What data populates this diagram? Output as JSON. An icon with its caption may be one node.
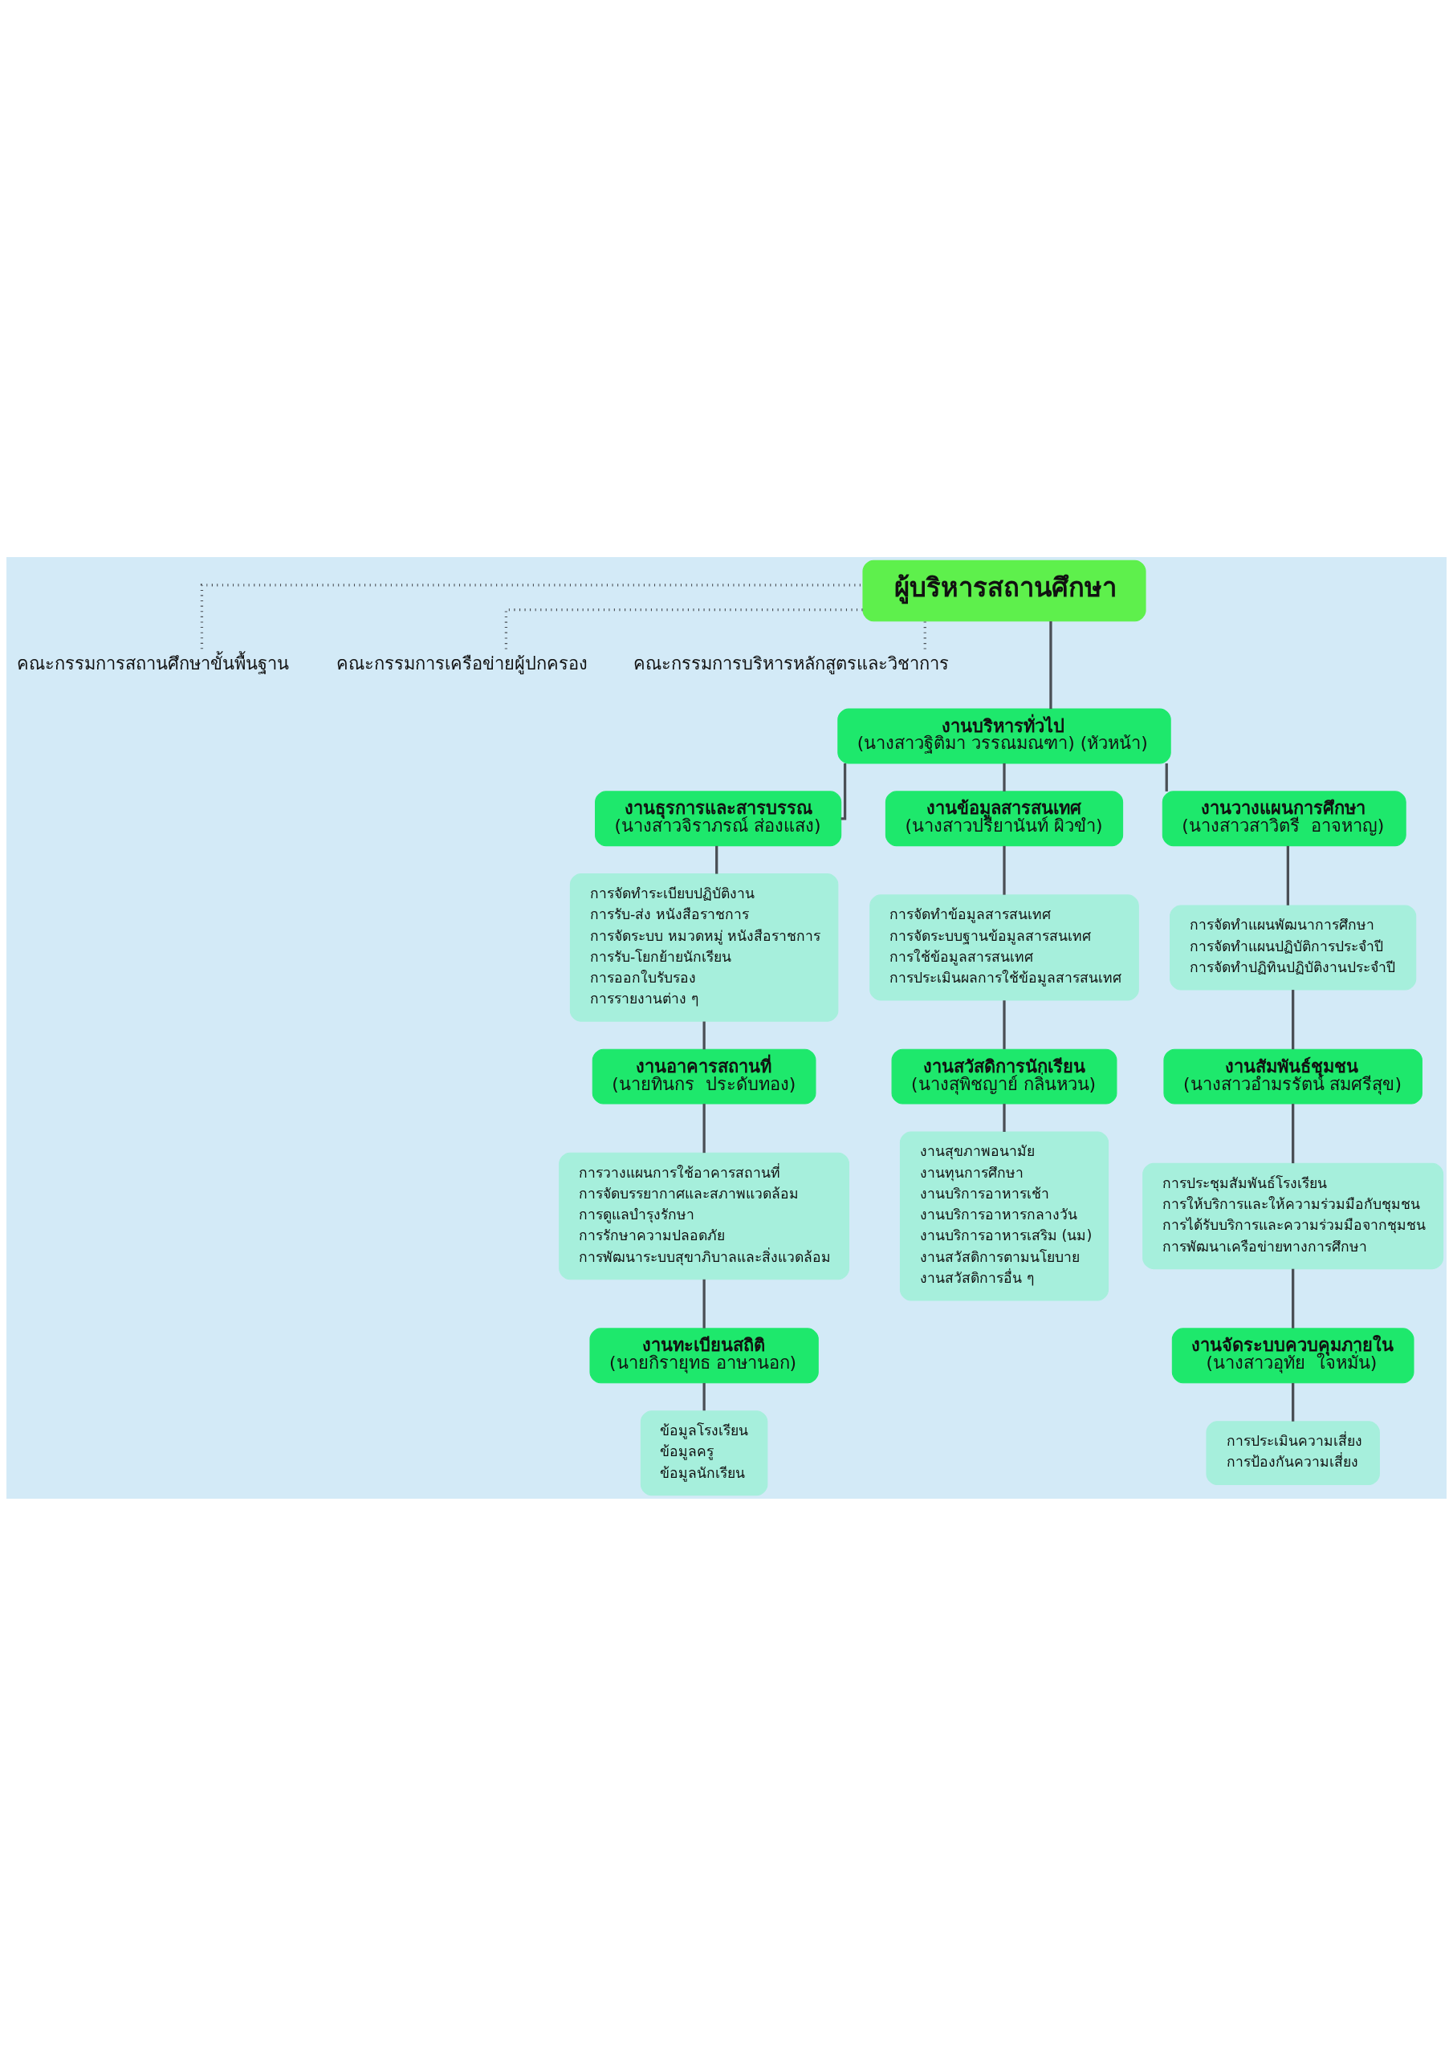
{
  "diagram": {
    "nodes": [
      {
        "text": [
          "ผู้บริหารสถานศึกษา"
        ]
      },
      {
        "text": [
          "คณะกรรมการสถานศึกษาขั้นพื้นฐาน"
        ]
      },
      {
        "text": [
          "คณะกรรมการเครือข่ายผู้ปกครอง"
        ]
      },
      {
        "text": [
          "คณะกรรมการบริหารหลักสูตรและวิชาการ"
        ]
      },
      {
        "text": [
          "งานบริหารทั่วไป",
          "(นางสาวฐิติมา วรรณมณฑา) (หัวหน้า)"
        ]
      },
      {
        "text": [
          "งานธุรการและสารบรรณ",
          "(นางสาวจิราภรณ์ ส่องแสง)"
        ]
      },
      {
        "text": [
          "การจัดทำระเบียบปฏิบัติงาน",
          "การรับ-ส่ง หนังสือราชการ",
          "การจัดระบบ หมวดหมู่ หนังสือราชการ",
          "การรับ-โยกย้ายนักเรียน",
          "การออกใบรับรอง",
          "การรายงานต่าง ๆ"
        ]
      },
      {
        "text": [
          "งานอาคารสถานที่",
          "(นายทินกร  ประดับทอง)"
        ]
      },
      {
        "text": [
          "การวางแผนการใช้อาคารสถานที่",
          "การจัดบรรยากาศและสภาพแวดล้อม",
          "การดูแลบำรุงรักษา",
          "การรักษาความปลอดภัย",
          "การพัฒนาระบบสุขาภิบาลและสิ่งแวดล้อม"
        ]
      },
      {
        "text": [
          "งานทะเบียนสถิติ",
          "(นายกิรายุทธ อาษานอก)"
        ]
      },
      {
        "text": [
          "ข้อมูลโรงเรียน",
          "ข้อมูลครู",
          "ข้อมูลนักเรียน"
        ]
      },
      {
        "text": [
          "งานข้อมูลสารสนเทศ",
          "(นางสาวปรียานันท์ ผิวขำ)"
        ]
      },
      {
        "text": [
          "การจัดทำข้อมูลสารสนเทศ",
          "การจัดระบบฐานข้อมูลสารสนเทศ",
          "การใช้ข้อมูลสารสนเทศ",
          "การประเมินผลการใช้ข้อมูลสารสนเทศ"
        ]
      },
      {
        "text": [
          "งานสวัสดิการนักเรียน",
          "(นางสุพิชญาย์ กลิ่นหวน)"
        ]
      },
      {
        "text": [
          "งานสุขภาพอนามัย",
          "งานทุนการศึกษา",
          "งานบริการอาหารเช้า",
          "งานบริการอาหารกลางวัน",
          "งานบริการอาหารเสริม (นม)",
          "งานสวัสดิการตามนโยบาย",
          "งานสวัสดิการอื่น ๆ"
        ]
      },
      {
        "text": [
          "งานวางแผนการศึกษา",
          "(นางสาวสาวิตรี  อาจหาญ)"
        ]
      },
      {
        "text": [
          "การจัดทำแผนพัฒนาการศึกษา",
          "การจัดทำแผนปฏิบัติการประจำปี",
          "การจัดทำปฏิทินปฏิบัติงานประจำปี"
        ]
      },
      {
        "text": [
          "งานสัมพันธ์ชุมชน",
          "(นางสาวอำมรรัตน์ สมศรีสุข)"
        ]
      },
      {
        "text": [
          "การประชุมสัมพันธ์โรงเรียน",
          "การให้บริการและให้ความร่วมมือกับชุมชน",
          "การได้รับบริการและความร่วมมือจากชุมชน",
          "การพัฒนาเครือข่ายทางการศึกษา"
        ]
      },
      {
        "text": [
          "งานจัดระบบควบคุมภายใน",
          "(นางสาวอุทัย  ใจหมั่น)"
        ]
      },
      {
        "text": [
          "การประเมินความเสี่ยง",
          "การป้องกันความเสี่ยง"
        ]
      }
    ],
    "edges": [
      {
        "from": 0,
        "to": 4,
        "arrow": "none"
      },
      {
        "from": 1,
        "to": 0,
        "arrow": "none",
        "style": "dashed"
      },
      {
        "from": 2,
        "to": 0,
        "arrow": "none",
        "style": "dashed"
      },
      {
        "from": 3,
        "to": 0,
        "arrow": "none",
        "style": "dashed"
      },
      {
        "from": 4,
        "to": 5,
        "arrow": "none"
      },
      {
        "from": 4,
        "to": 11,
        "arrow": "none"
      },
      {
        "from": 4,
        "to": 15,
        "arrow": "none"
      },
      {
        "from": 5,
        "to": 6,
        "arrow": "none"
      },
      {
        "from": 6,
        "to": 7,
        "arrow": "none"
      },
      {
        "from": 7,
        "to": 8,
        "arrow": "none"
      },
      {
        "from": 8,
        "to": 9,
        "arrow": "none"
      },
      {
        "from": 9,
        "to": 10,
        "arrow": "none"
      },
      {
        "from": 11,
        "to": 12,
        "arrow": "none"
      },
      {
        "from": 12,
        "to": 13,
        "arrow": "none"
      },
      {
        "from": 13,
        "to": 14,
        "arrow": "none"
      },
      {
        "from": 15,
        "to": 16,
        "arrow": "none"
      },
      {
        "from": 16,
        "to": 17,
        "arrow": "none"
      },
      {
        "from": 17,
        "to": 18,
        "arrow": "none"
      },
      {
        "from": 18,
        "to": 19,
        "arrow": "none"
      },
      {
        "from": 19,
        "to": 20,
        "arrow": "none"
      }
    ]
  }
}
